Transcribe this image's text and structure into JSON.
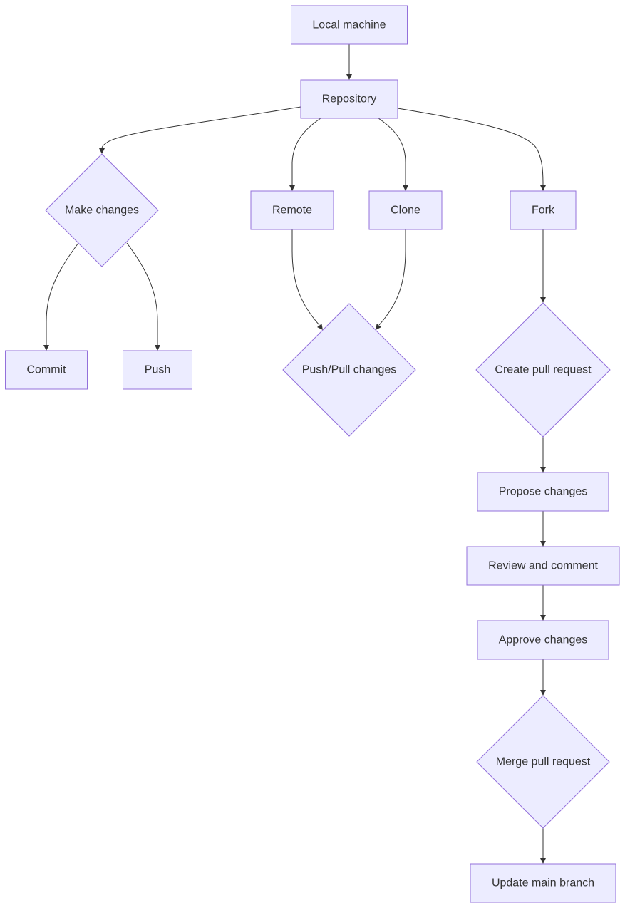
{
  "diagram": {
    "type": "flowchart",
    "colors": {
      "node_fill": "#ECECFF",
      "node_stroke": "#9370DB",
      "edge": "#333333",
      "text": "#333333",
      "background": "#FFFFFF"
    },
    "nodes": [
      {
        "id": "local",
        "label": "Local machine",
        "shape": "rect"
      },
      {
        "id": "repo",
        "label": "Repository",
        "shape": "rect"
      },
      {
        "id": "make",
        "label": "Make changes",
        "shape": "diamond"
      },
      {
        "id": "remote",
        "label": "Remote",
        "shape": "rect"
      },
      {
        "id": "clone",
        "label": "Clone",
        "shape": "rect"
      },
      {
        "id": "fork",
        "label": "Fork",
        "shape": "rect"
      },
      {
        "id": "commit",
        "label": "Commit",
        "shape": "rect"
      },
      {
        "id": "push",
        "label": "Push",
        "shape": "rect"
      },
      {
        "id": "pushpull",
        "label": "Push/Pull changes",
        "shape": "diamond"
      },
      {
        "id": "createpr",
        "label": "Create pull request",
        "shape": "diamond"
      },
      {
        "id": "propose",
        "label": "Propose changes",
        "shape": "rect"
      },
      {
        "id": "review",
        "label": "Review and comment",
        "shape": "rect"
      },
      {
        "id": "approve",
        "label": "Approve changes",
        "shape": "rect"
      },
      {
        "id": "merge",
        "label": "Merge pull request",
        "shape": "diamond"
      },
      {
        "id": "update",
        "label": "Update main branch",
        "shape": "rect"
      }
    ],
    "edges": [
      {
        "from": "local",
        "to": "repo"
      },
      {
        "from": "repo",
        "to": "make"
      },
      {
        "from": "repo",
        "to": "remote"
      },
      {
        "from": "repo",
        "to": "clone"
      },
      {
        "from": "repo",
        "to": "fork"
      },
      {
        "from": "make",
        "to": "commit"
      },
      {
        "from": "make",
        "to": "push"
      },
      {
        "from": "remote",
        "to": "pushpull"
      },
      {
        "from": "clone",
        "to": "pushpull"
      },
      {
        "from": "fork",
        "to": "createpr"
      },
      {
        "from": "createpr",
        "to": "propose"
      },
      {
        "from": "propose",
        "to": "review"
      },
      {
        "from": "review",
        "to": "approve"
      },
      {
        "from": "approve",
        "to": "merge"
      },
      {
        "from": "merge",
        "to": "update"
      }
    ]
  }
}
